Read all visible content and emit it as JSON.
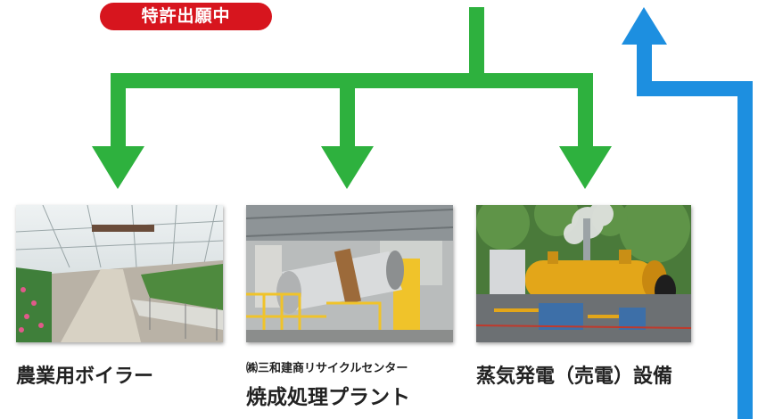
{
  "badge": {
    "text": "特許出願中",
    "color": "#d7151e"
  },
  "destinations": [
    {
      "photo_icon": "greenhouse-image",
      "label": "農業用ボイラー"
    },
    {
      "photo_icon": "rotary-kiln-plant-image",
      "company": "㈱三和建商リサイクルセンター",
      "label": "焼成処理プラント"
    },
    {
      "photo_icon": "steam-generator-image",
      "label": "蒸気発電（売電）設備"
    }
  ],
  "colors": {
    "green_arrow": "#2eb13e",
    "blue_arrow": "#1d8fe0"
  }
}
